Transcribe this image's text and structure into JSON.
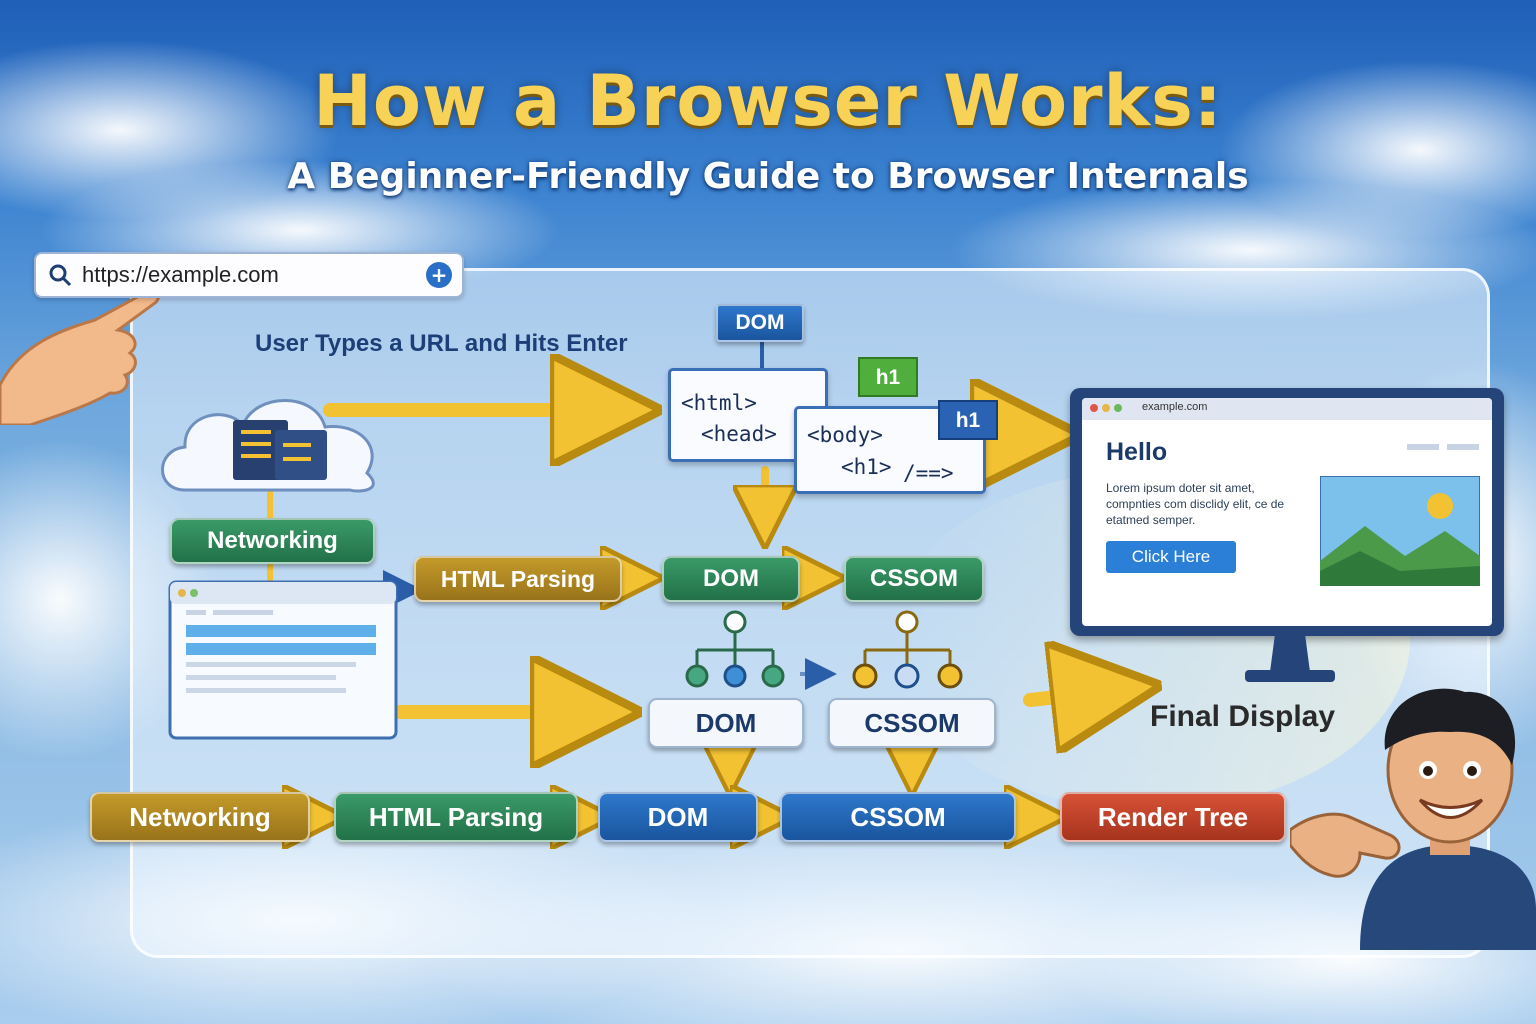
{
  "header": {
    "title": "How a Browser Works:",
    "subtitle": "A Beginner-Friendly Guide to Browser Internals"
  },
  "address_bar": {
    "url": "https://example.com",
    "search_icon": "search-icon",
    "add_icon": "plus-circle-icon"
  },
  "step_caption": "User Types a URL and Hits Enter",
  "code_view": {
    "dom_tag": "DOM",
    "h1_tag_green": "h1",
    "h1_tag_blue": "h1",
    "back_lines": [
      "<html>",
      "<head>"
    ],
    "front_lines": [
      "<body>",
      "<h1>",
      "/==>"
    ]
  },
  "middle_flow": {
    "networking": "Networking",
    "html_parsing": "HTML Parsing",
    "dom": "DOM",
    "cssom": "CSSOM"
  },
  "trees": {
    "dom_label": "DOM",
    "cssom_label": "CSSOM"
  },
  "pipeline": [
    "Networking",
    "HTML Parsing",
    "DOM",
    "CSSOM",
    "Render Tree"
  ],
  "display": {
    "url": "example.com",
    "heading": "Hello",
    "body_text": "Lorem ipsum doter sit amet, compnties com disclidy elit, ce de etatmed semper.",
    "button": "Click Here",
    "final_label": "Final Display"
  },
  "colors": {
    "title": "#f7d256",
    "green": "#227148",
    "olive": "#99731a",
    "blue": "#1a559e",
    "red": "#a8331d",
    "arrow": "#f2c233"
  }
}
